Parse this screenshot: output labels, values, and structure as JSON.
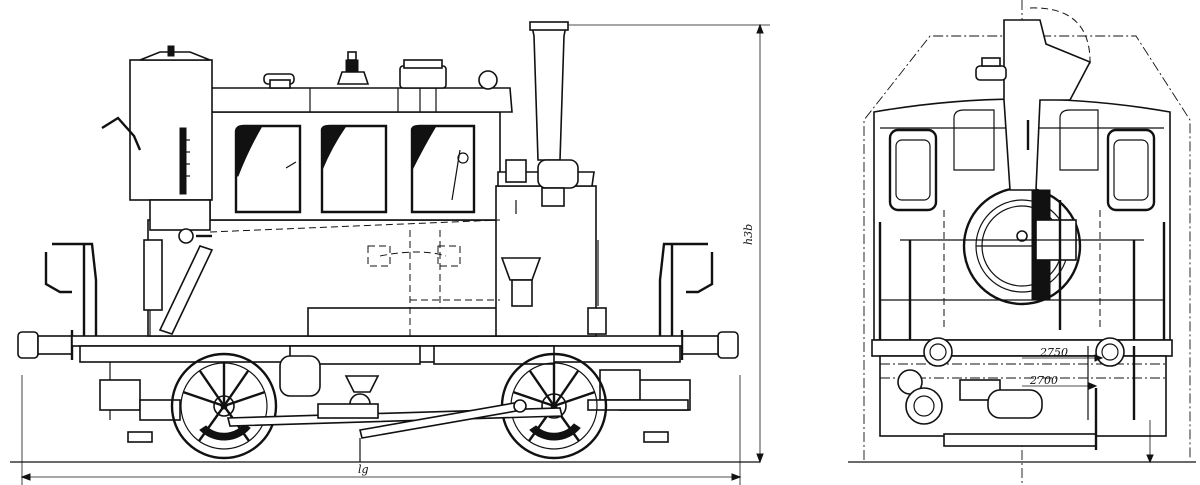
{
  "drawing": {
    "subject": "tank locomotive",
    "views": [
      "side-elevation",
      "front-elevation"
    ]
  },
  "dimensions": {
    "overall_length": "lg",
    "overall_height": "h3b",
    "front_width_upper": "2750",
    "front_width_lower": "2700"
  }
}
